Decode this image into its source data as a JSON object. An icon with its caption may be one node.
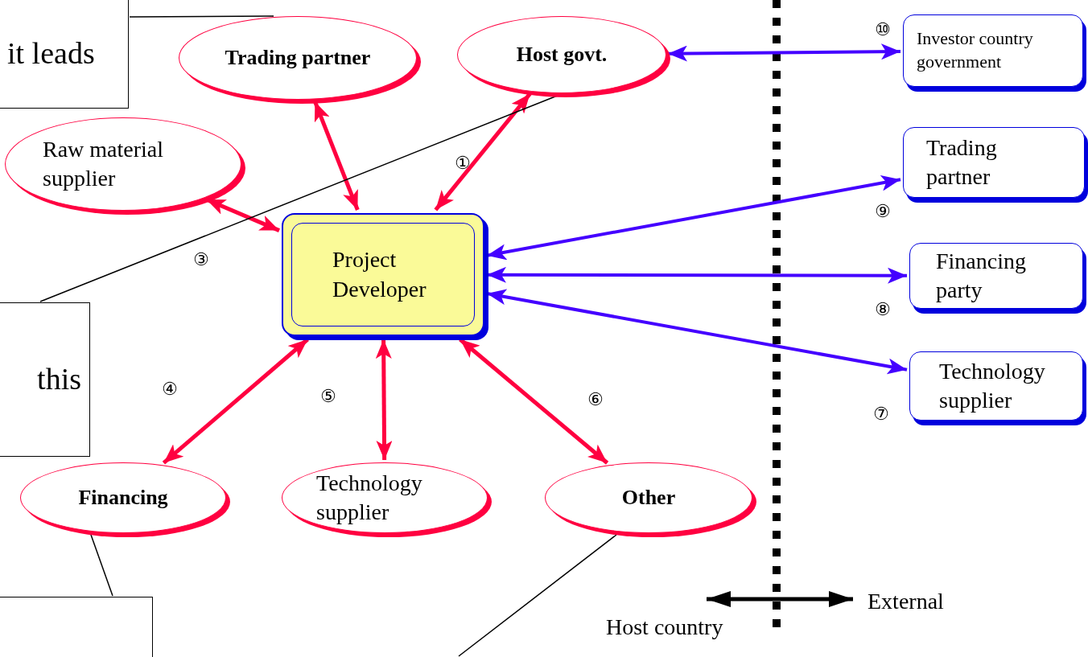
{
  "diagram": {
    "nodes": [
      {
        "text": [
          "it leads"
        ]
      },
      {
        "text": [
          "Trading partner"
        ]
      },
      {
        "text": [
          "Host govt."
        ]
      },
      {
        "text": [
          "Investor country government"
        ]
      },
      {
        "text": [
          "Raw material supplier"
        ]
      },
      {
        "text": [
          "Project Developer"
        ]
      },
      {
        "text": [
          "Trading partner"
        ]
      },
      {
        "text": [
          "Financing party"
        ]
      },
      {
        "text": [
          "this"
        ]
      },
      {
        "text": [
          "Technology supplier"
        ]
      },
      {
        "text": [
          "Financing"
        ]
      },
      {
        "text": [
          "Technology supplier"
        ]
      },
      {
        "text": [
          "Other"
        ]
      },
      {
        "text": [],
        "shape": "box"
      }
    ],
    "edges": [
      {
        "from": 1,
        "to": 5,
        "arrow": "both"
      },
      {
        "from": 2,
        "to": 5,
        "arrow": "both"
      },
      {
        "from": 4,
        "to": 5,
        "arrow": "both"
      },
      {
        "from": 10,
        "to": 5,
        "arrow": "both"
      },
      {
        "from": 11,
        "to": 5,
        "arrow": "both"
      },
      {
        "from": 12,
        "to": 5,
        "arrow": "both"
      },
      {
        "from": 2,
        "to": 3,
        "arrow": "both",
        "color": "#4400ff"
      },
      {
        "from": 5,
        "to": 6,
        "arrow": "both",
        "color": "#4400ff"
      },
      {
        "from": 5,
        "to": 7,
        "arrow": "both",
        "color": "#4400ff"
      },
      {
        "from": 5,
        "to": 9,
        "arrow": "both",
        "color": "#4400ff"
      },
      {
        "from": 0,
        "to": 1,
        "arrow": "none",
        "color": "#000000"
      },
      {
        "from": 8,
        "to": 2,
        "arrow": "none",
        "color": "#000000"
      },
      {
        "from": 13,
        "to": 10,
        "arrow": "none",
        "color": "#000000"
      },
      {
        "from": null,
        "to": 12,
        "arrow": "none",
        "color": "#000000"
      }
    ],
    "labels": [
      "①",
      "③",
      "④",
      "⑤",
      "⑥",
      "⑦",
      "⑧",
      "⑨",
      "⑩",
      "External",
      "Host country"
    ]
  }
}
